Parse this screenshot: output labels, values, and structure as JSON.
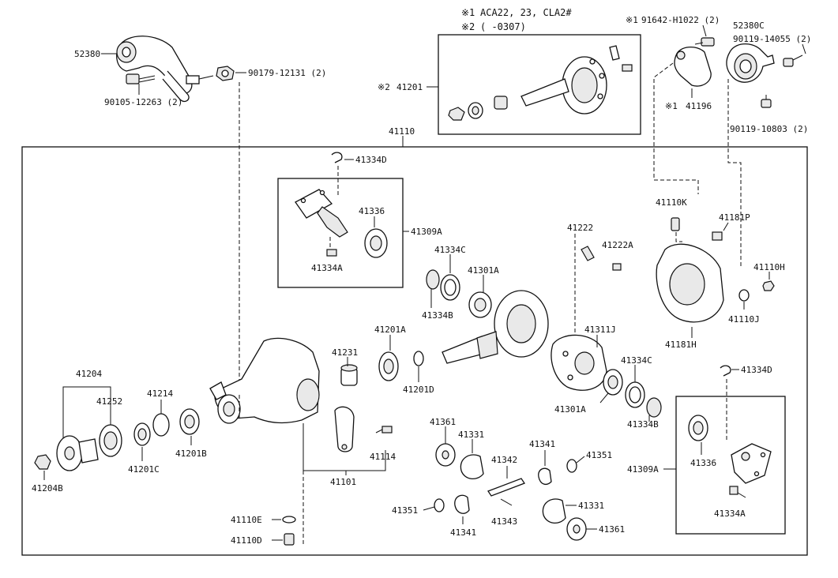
{
  "notes": {
    "n1_mark": "※1",
    "n1_text": "ACA22, 23, CLA2#",
    "n2_mark": "※2",
    "n2_text": "(        -0307)"
  },
  "labels": {
    "p52380": "52380",
    "p90179": "90179-12131 (2)",
    "p90105": "90105-12263 (2)",
    "p41201_mark": "※2",
    "p41201": "41201",
    "p91642_mark": "※1",
    "p91642": "91642-H1022 (2)",
    "p52380C": "52380C",
    "p90119a": "90119-14055 (2)",
    "p41196_mark": "※1",
    "p41196": "41196",
    "p90119b": "90119-10803 (2)",
    "p41110": "41110",
    "p41334D_top": "41334D",
    "p41336_top": "41336",
    "p41309A_top": "41309A",
    "p41334A_top": "41334A",
    "p41334C_top": "41334C",
    "p41301A_top": "41301A",
    "p41334B_top": "41334B",
    "p41222": "41222",
    "p41222A": "41222A",
    "p41110K": "41110K",
    "p41181P": "41181P",
    "p41110H": "41110H",
    "p41110J": "41110J",
    "p41181H": "41181H",
    "p41201A": "41201A",
    "p41231": "41231",
    "p41201D": "41201D",
    "p41311J": "41311J",
    "p41334C_bot": "41334C",
    "p41301A_bot": "41301A",
    "p41334B_bot": "41334B",
    "p41334D_bot": "41334D",
    "p41204": "41204",
    "p41252": "41252",
    "p41214": "41214",
    "p41201C": "41201C",
    "p41201B": "41201B",
    "p41204B": "41204B",
    "p41101": "41101",
    "p41114": "41114",
    "p41361_top": "41361",
    "p41331_top": "41331",
    "p41341_top": "41341",
    "p41351_right": "41351",
    "p41342": "41342",
    "p41351_left": "41351",
    "p41341_bot": "41341",
    "p41343": "41343",
    "p41331_bot": "41331",
    "p41361_bot": "41361",
    "p41336_bot": "41336",
    "p41309A_bot": "41309A",
    "p41334A_bot": "41334A",
    "p41110E": "41110E",
    "p41110D": "41110D"
  }
}
